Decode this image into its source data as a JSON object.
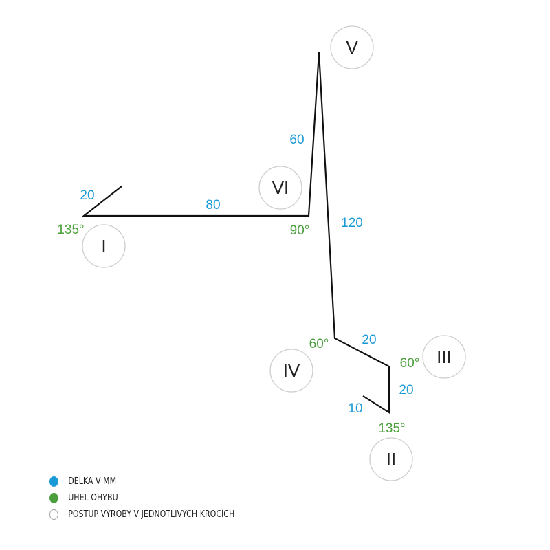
{
  "lengths": {
    "l1": "20",
    "l2": "80",
    "l3": "60",
    "l4": "120",
    "l5": "20",
    "l6": "20",
    "l7": "10"
  },
  "angles": {
    "a1": "135°",
    "a2": "90°",
    "a3": "60°",
    "a4": "60°",
    "a5": "135°"
  },
  "steps": {
    "s1": "I",
    "s2": "II",
    "s3": "III",
    "s4": "IV",
    "s5": "V",
    "s6": "VI"
  },
  "legend": [
    {
      "label": "DÉLKA V MM",
      "color": "#1a9ad6"
    },
    {
      "label": "ÚHEL OHYBU",
      "color": "#4a9e3c"
    },
    {
      "label": "POSTUP VÝROBY V JEDNOTLIVÝCH KROCÍCH",
      "color": "#ffffff"
    }
  ]
}
